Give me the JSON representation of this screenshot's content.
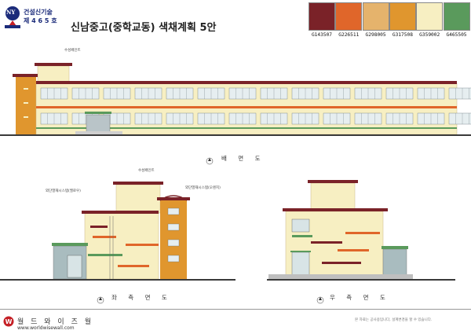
{
  "badge": {
    "logo_text": "NY",
    "line1": "건설신기술",
    "line2": "제 4 6 5 호"
  },
  "title": "신남중고(중학교동) 색채계획 5안",
  "swatches": [
    {
      "code": "G143507",
      "color": "#7a2228"
    },
    {
      "code": "G226511",
      "color": "#e0662a"
    },
    {
      "code": "G298005",
      "color": "#e5b36c"
    },
    {
      "code": "G317508",
      "color": "#e0962e"
    },
    {
      "code": "G359002",
      "color": "#f7efc2"
    },
    {
      "code": "G465505",
      "color": "#5a9a5c"
    }
  ],
  "views": {
    "rear": {
      "label": "배 면 도",
      "marker": "A"
    },
    "left": {
      "label": "좌 측 면 도",
      "marker": "A"
    },
    "right": {
      "label": "우 측 면 도",
      "marker": "A"
    }
  },
  "annotations": {
    "top_rear": "수성페인트",
    "top_left": "수성페인트",
    "left_side": "외단열재시스템(옐로우)",
    "right_side": "외단열재시스템(오렌지)"
  },
  "footer": {
    "company": "월 드 와 이 즈 월",
    "url": "www.worldwisewall.com",
    "note": "본 자료는 공사용입니다, 설계변경을 할 수 있습니다."
  }
}
